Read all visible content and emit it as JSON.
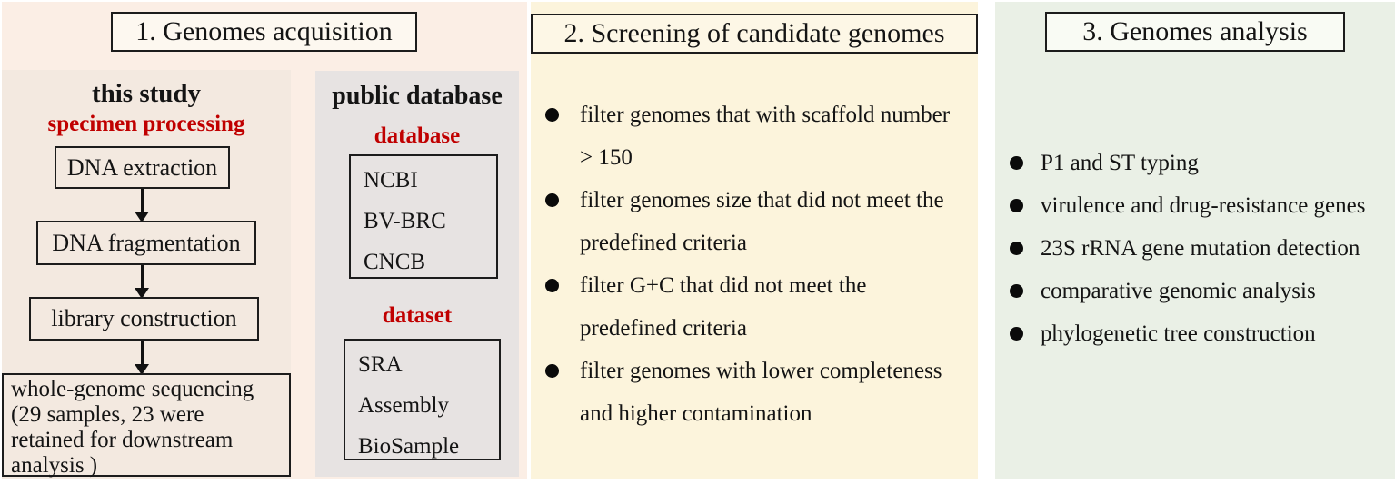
{
  "figure": {
    "kind": "genomics-workflow-diagram"
  },
  "colors": {
    "panel1_bg": "#fbeee5",
    "this_study_bg": "#f3e9e0",
    "public_db_bg": "#e7e3e2",
    "panel2_bg": "#fcf4dc",
    "panel3_bg": "#eaf0e6",
    "title_box_bg": "#fdf8f0",
    "accent_red": "#c00000",
    "text_black": "#141414",
    "border_black": "#1c1c1c"
  },
  "acquisition": {
    "title": "1. Genomes acquisition",
    "this_study": {
      "heading": "this study",
      "subheading": "specimen processing",
      "steps": [
        {
          "label": "DNA extraction"
        },
        {
          "label": "DNA fragmentation"
        },
        {
          "label": "library construction"
        },
        {
          "label": "whole-genome sequencing\n(29 samples, 23 were\nretained for downstream\nanalysis )"
        }
      ]
    },
    "public_database": {
      "heading": "public database",
      "database_label": "database",
      "database_items": [
        "NCBI",
        "BV-BRC",
        "CNCB"
      ],
      "dataset_label": "dataset",
      "dataset_items": [
        "SRA",
        "Assembly",
        "BioSample"
      ]
    }
  },
  "screening": {
    "title": "2. Screening of candidate genomes",
    "bullets": [
      "filter genomes that with scaffold number\n> 150",
      "filter genomes size that did not meet the\npredefined criteria",
      "filter G+C that did not meet the\npredefined criteria",
      "filter genomes with lower completeness\nand higher contamination"
    ]
  },
  "analysis": {
    "title": "3. Genomes analysis",
    "bullets": [
      "P1 and ST typing",
      "virulence and drug-resistance genes",
      "23S rRNA gene mutation detection",
      "comparative genomic analysis",
      "phylogenetic tree construction"
    ]
  }
}
